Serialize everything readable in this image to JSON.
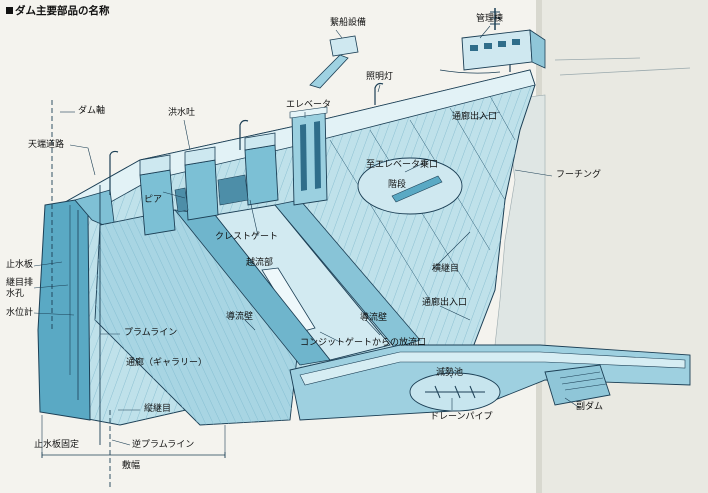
{
  "title": "ダム主要部品の名称",
  "labels": {
    "dam_axis": "ダム軸",
    "crest_road": "天端道路",
    "spillway": "洪水吐",
    "pier": "ピア",
    "crest_gate": "クレストゲート",
    "elevator": "エレベータ",
    "lighting": "照明灯",
    "mooring": "繋船設備",
    "admin_building": "管理棟",
    "gallery_entrance_top": "通廊出入口",
    "elevator_hall": "至エレベータ乗口",
    "stairs": "階段",
    "footing": "フーチング",
    "transverse_joint": "横継目",
    "gallery_entrance_mid": "通廊出入口",
    "chute": "越流部",
    "training_wall_left": "導流壁",
    "training_wall_right": "導流壁",
    "conduit_outlet": "コンジットゲートからの放流口",
    "stilling_basin": "減勢池",
    "drain_pipe": "ドレーンパイプ",
    "sub_dam": "副ダム",
    "waterstop": "止水板",
    "joint_drain": "継目排水孔",
    "water_gauge": "水位計",
    "plumb_line": "プラムライン",
    "gallery": "通廊（ギャラリー）",
    "longitudinal_joint": "縦継目",
    "waterstop_fixing": "止水板固定",
    "inverted_plumb_line": "逆プラムライン",
    "dam_width": "敷幅"
  },
  "colors": {
    "face_light": "#c9e6ee",
    "face_mid": "#9fd2e2",
    "face_dark": "#4f9fbd",
    "line": "#1c3f55",
    "background": "#f4f3ee"
  }
}
